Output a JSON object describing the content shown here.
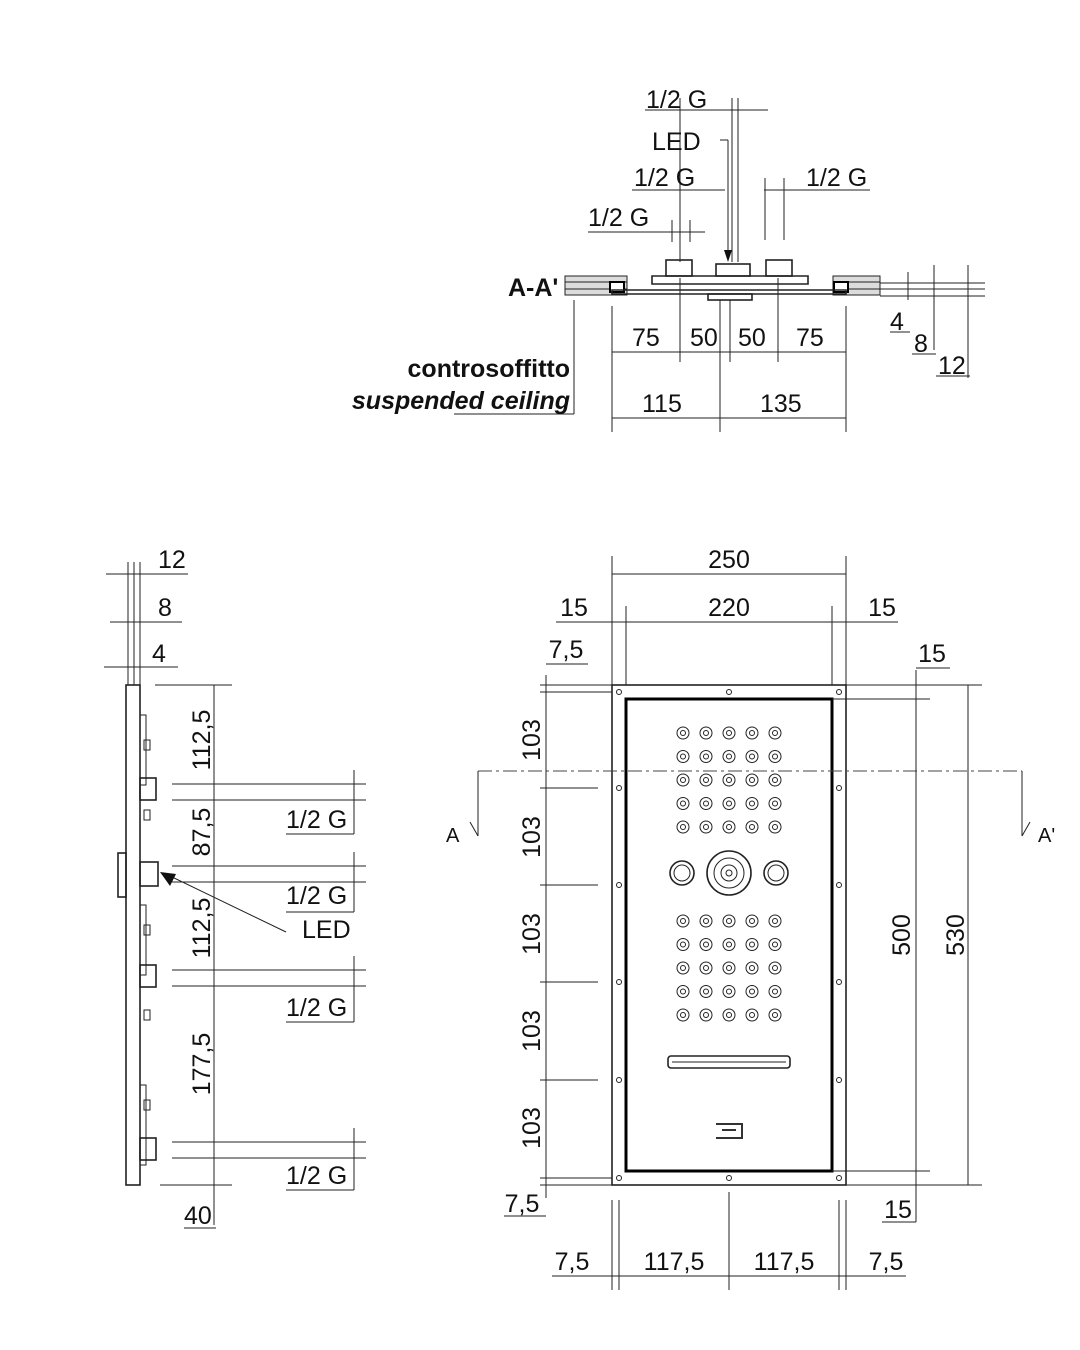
{
  "section": {
    "title": "A-A'",
    "connection_labels": [
      "1/2 G",
      "1/2 G",
      "1/2 G",
      "1/2 G"
    ],
    "led_label": "LED",
    "bottom_dims": [
      "75",
      "50",
      "50",
      "75"
    ],
    "total_dims": [
      "115",
      "135"
    ],
    "thickness_dims": [
      "4",
      "8",
      "12"
    ],
    "ceiling_label_it": "controsoffitto",
    "ceiling_label_en": "suspended ceiling"
  },
  "side_view": {
    "top_dims": [
      "12",
      "8",
      "4"
    ],
    "vertical_dims": [
      "112,5",
      "87,5",
      "112,5",
      "177,5"
    ],
    "connection_labels": [
      "1/2 G",
      "1/2 G",
      "1/2 G",
      "1/2 G"
    ],
    "led_label": "LED",
    "bottom_dim": "40"
  },
  "front_view": {
    "width_outer": "250",
    "width_inner": "220",
    "side_margin_left": "15",
    "side_margin_right": "15",
    "top_margin": "7,5",
    "right_top_margin": "15",
    "row_spacing": [
      "103",
      "103",
      "103",
      "103",
      "103"
    ],
    "bottom_margin": "7,5",
    "right_bottom_margin": "15",
    "height_inner": "500",
    "height_outer": "530",
    "bottom_dims": [
      "7,5",
      "117,5",
      "117,5",
      "7,5"
    ],
    "section_marker_left": "A",
    "section_marker_right": "A'"
  }
}
